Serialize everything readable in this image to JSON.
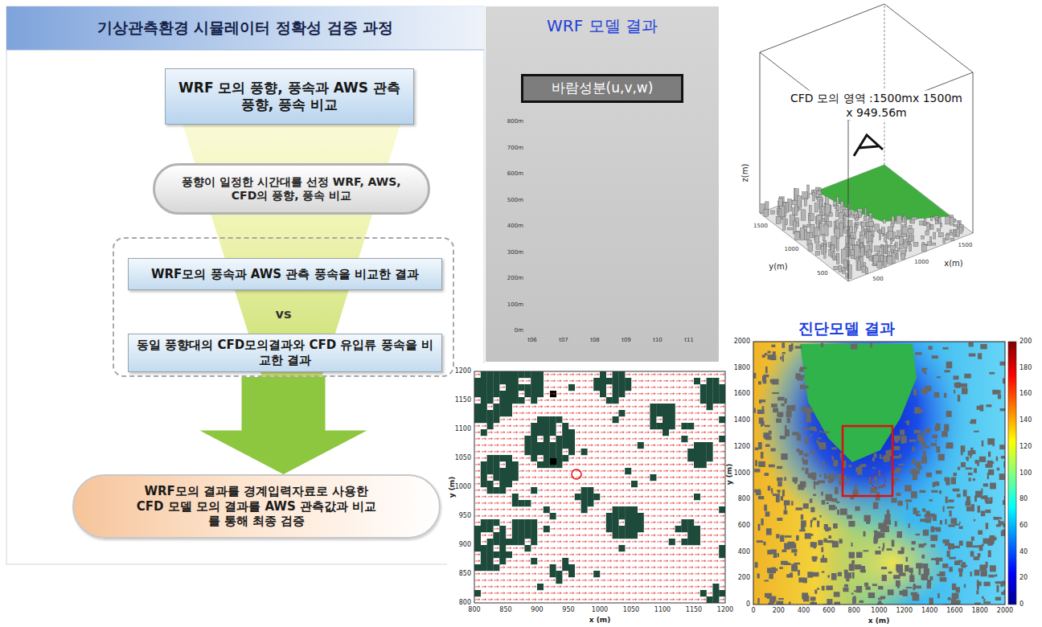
{
  "diagram": {
    "title": "기상관측환경 시뮬레이터 정확성 검증 과정",
    "nodes": [
      {
        "text": [
          "WRF 모의 풍향, 풍속과 AWS 관측 풍향, 풍속 비교"
        ]
      },
      {
        "text": [
          "풍향이 일정한 시간대를 선정 WRF, AWS, CFD의 풍향, 풍속 비교"
        ]
      },
      {
        "text": [
          "vs"
        ]
      },
      {
        "text": [
          "WRF모의 풍속과 AWS 관측 풍속을 비교한 결과"
        ],
        "in": 2
      },
      {
        "text": [
          "동일 풍향대의 CFD모의결과와 CFD 유입류 풍속을 비교한 결과"
        ],
        "in": 2
      },
      {
        "text": [
          "WRF모의 결과를 경계입력자료로 사용한 CFD 모델 모의 결과를 AWS 관측값과 비교를 통해 최종 검증"
        ]
      },
      {
        "text": [
          "WRF 모델 결과"
        ]
      },
      {
        "text": [
          "바람성분(u,v,w)"
        ],
        "in": 6
      }
    ],
    "edges": [
      {
        "from": 2,
        "to": 5,
        "arrow": "to"
      }
    ],
    "labels": [
      "0m",
      "100m",
      "200m",
      "300m",
      "400m",
      "500m",
      "600m",
      "700m",
      "800m",
      "t06",
      "t07",
      "t08",
      "t09",
      "t10",
      "t11",
      "CFD 모의 영역 :1500mx 1500m x 949.56m",
      "z(m)",
      "y(m)",
      "x(m)",
      "1500",
      "1000",
      "500",
      "500",
      "1000",
      "1500",
      "진단모델 결과",
      "800",
      "850",
      "900",
      "950",
      "1000",
      "1050",
      "1100",
      "1150",
      "1200",
      "800",
      "850",
      "900",
      "950",
      "1000",
      "1050",
      "1100",
      "1150",
      "1200",
      "y (m)",
      "x (m)",
      "0",
      "200",
      "400",
      "600",
      "800",
      "1000",
      "1200",
      "1400",
      "1600",
      "1800",
      "2000",
      "0",
      "200",
      "400",
      "600",
      "800",
      "1000",
      "1200",
      "1400",
      "1600",
      "1800",
      "2000",
      "y (m)",
      "x (m)",
      "0",
      "20",
      "40",
      "60",
      "80",
      "100",
      "120",
      "140",
      "160",
      "180",
      "200"
    ]
  }
}
